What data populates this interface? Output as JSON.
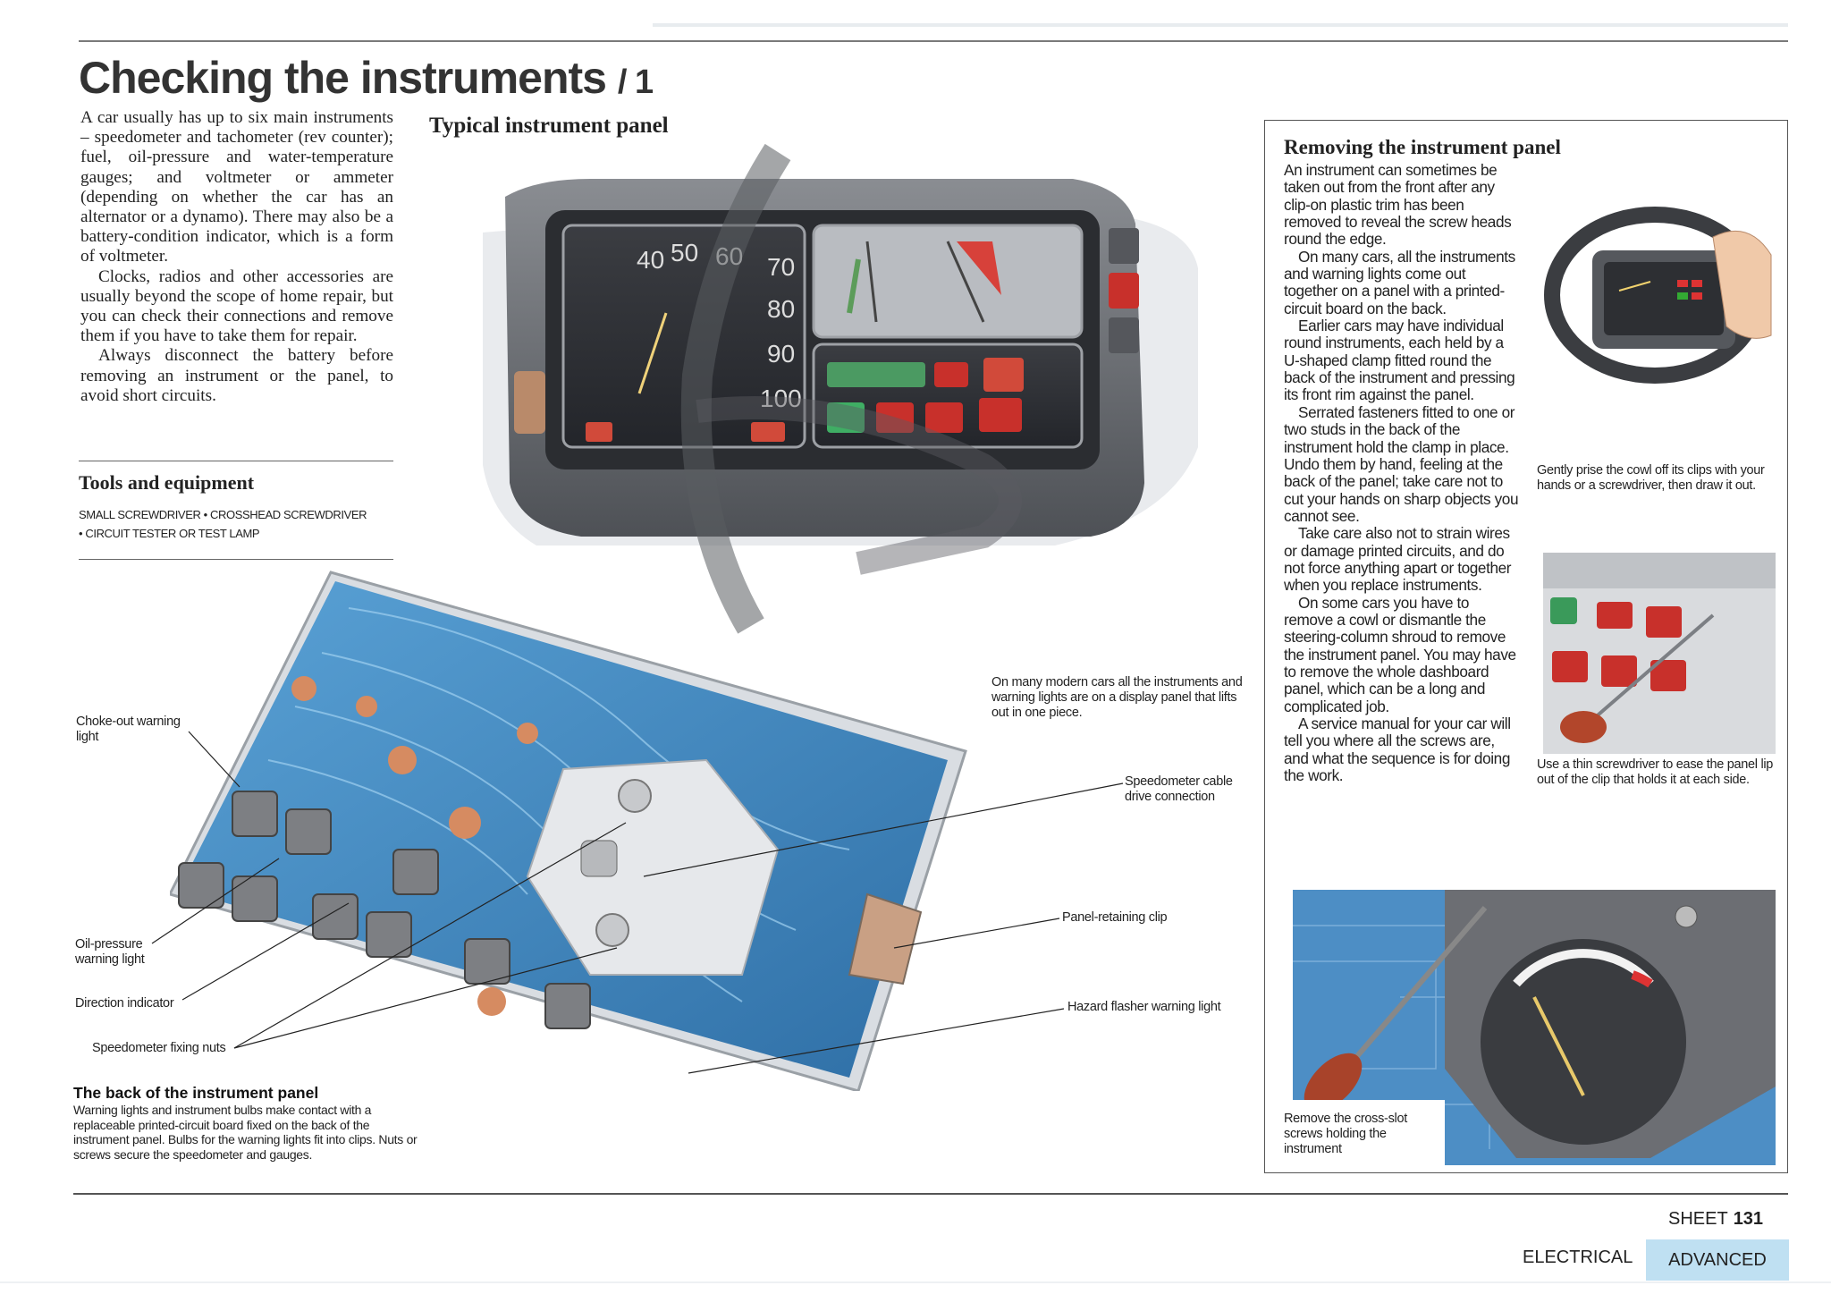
{
  "header": {
    "title": "Checking the instruments",
    "part": "/ 1"
  },
  "intro": [
    "A car usually has up to six main instruments – speedometer and tachometer (rev counter); fuel, oil-pressure and water-temperature gauges; and voltmeter or ammeter (depending on whether the car has an alternator or a dynamo). There may also be a battery-condition indicator, which is a form of voltmeter.",
    "Clocks, radios and other accessories are usually beyond the scope of home repair, but you can check their connections and remove them if you have to take them for repair.",
    "Always disconnect the battery before removing an instrument or the panel, to avoid short circuits."
  ],
  "tools": {
    "title": "Tools and equipment",
    "line1": "SMALL SCREWDRIVER  •  CROSSHEAD SCREWDRIVER",
    "line2": "•  CIRCUIT TESTER OR TEST LAMP"
  },
  "typical_panel": {
    "title": "Typical instrument panel",
    "caption": "On many modern cars all the instruments and warning lights are on a display panel that lifts out in one piece.",
    "speedo_numbers": [
      "40",
      "50",
      "60",
      "70",
      "80",
      "90",
      "100"
    ]
  },
  "back_panel": {
    "title": "The back of the instrument panel",
    "text": "Warning lights and instrument bulbs make contact with a replaceable printed-circuit board fixed on the back of the instrument panel. Bulbs for the warning lights fit into clips. Nuts or screws secure the speedometer and gauges.",
    "callouts": {
      "choke": "Choke-out warning light",
      "oil": "Oil-pressure warning light",
      "direction": "Direction indicator",
      "fixing_nuts": "Speedometer fixing nuts",
      "speedo_cable": "Speedometer cable drive connection",
      "panel_clip": "Panel-retaining clip",
      "hazard": "Hazard flasher warning light"
    }
  },
  "removing": {
    "title": "Removing the instrument panel",
    "paragraphs": [
      "An instrument can sometimes be taken out from the front after any clip-on plastic trim has been removed to reveal the screw heads round the edge.",
      "On many cars, all the instruments and warning lights come out together on a panel with a printed-circuit board on the back.",
      "Earlier cars may have individual round instruments, each held by a U-shaped clamp fitted round the back of the instrument and pressing its front rim against the panel.",
      "Serrated fasteners fitted to one or two studs in the back of the instrument hold the clamp in place. Undo them by hand, feeling at the back of the panel; take care not to cut your hands on sharp objects you cannot see.",
      "Take care also not to strain wires or damage printed circuits, and do not force anything apart or together when you replace instruments.",
      "On some cars you have to remove a cowl or dismantle the steering-column shroud to remove the instrument panel. You may have to remove the whole dashboard panel, which can be a long and complicated job.",
      "A service manual for your car will tell you where all the screws are, and what the sequence is for doing the work."
    ],
    "caption1": "Gently prise the cowl off its clips with your hands or a screwdriver, then draw it out.",
    "caption2": "Use a thin screwdriver to ease the panel lip out of the clip that holds it at each side.",
    "caption3": "Remove the cross-slot screws holding the instrument"
  },
  "footer": {
    "sheet_label": "SHEET",
    "sheet_number": "131",
    "section": "ELECTRICAL",
    "level": "ADVANCED"
  },
  "colors": {
    "circuit_board": "#4a8fc4",
    "level_badge": "#bfe0f2",
    "dash_grey": "#6d6f73"
  }
}
